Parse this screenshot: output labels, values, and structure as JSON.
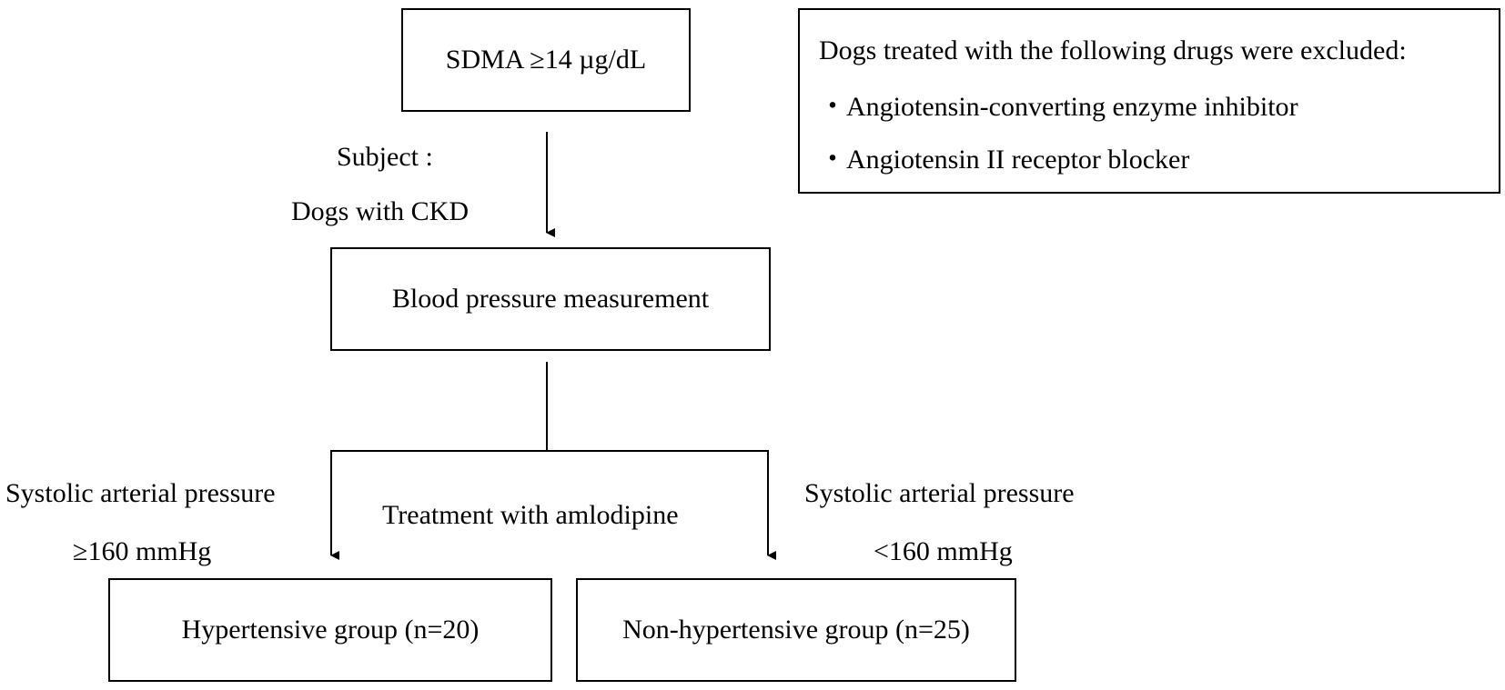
{
  "boxes": {
    "sdma": "SDMA ≥14 µg/dL",
    "bp": "Blood pressure measurement",
    "hypertensive": "Hypertensive group (n=20)",
    "non_hypertensive": "Non-hypertensive group (n=25)"
  },
  "labels": {
    "subject": "Subject :",
    "dogs_ckd": "Dogs with CKD",
    "sap_left": "Systolic arterial pressure",
    "sap_left_value": "≥160 mmHg",
    "treatment": "Treatment with amlodipine",
    "sap_right": "Systolic arterial pressure",
    "sap_right_value": "<160 mmHg"
  },
  "exclusion": {
    "title": "Dogs treated with the following drugs were excluded:",
    "items": [
      "・Angiotensin-converting enzyme inhibitor",
      "・Angiotensin II receptor blocker"
    ]
  },
  "colors": {
    "line": "#000000",
    "background": "#ffffff"
  }
}
